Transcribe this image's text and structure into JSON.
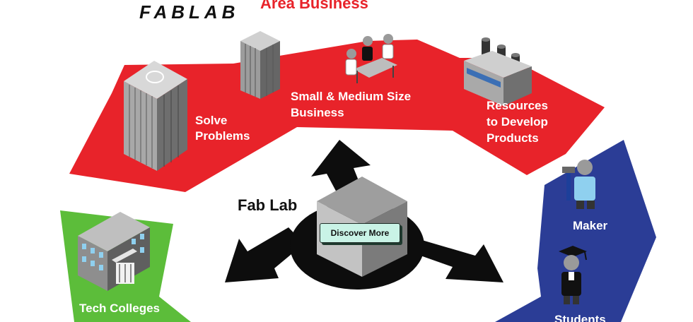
{
  "brand": {
    "logo_text": "FABLAB"
  },
  "diagram": {
    "top_band_title": "Area Business",
    "center_label": "Fab Lab",
    "labels": {
      "solve_problems": [
        "Solve",
        "Problems"
      ],
      "sme": [
        "Small & Medium Size",
        "Business"
      ],
      "resources": [
        "Resources",
        "to Develop",
        "Products"
      ],
      "maker": "Maker",
      "students": "Students",
      "tech_colleges": "Tech Colleges"
    }
  },
  "cta": {
    "label": "Discover More"
  },
  "colors": {
    "red": "#e8232a",
    "blue": "#2b3d96",
    "green": "#5cbd3a",
    "black": "#0d0d0d"
  },
  "icons": [
    "hq-building-icon",
    "office-tower-icon",
    "meeting-people-icon",
    "factory-icon",
    "maker-person-icon",
    "graduate-student-icon",
    "college-building-icon",
    "fab-cube-icon"
  ]
}
